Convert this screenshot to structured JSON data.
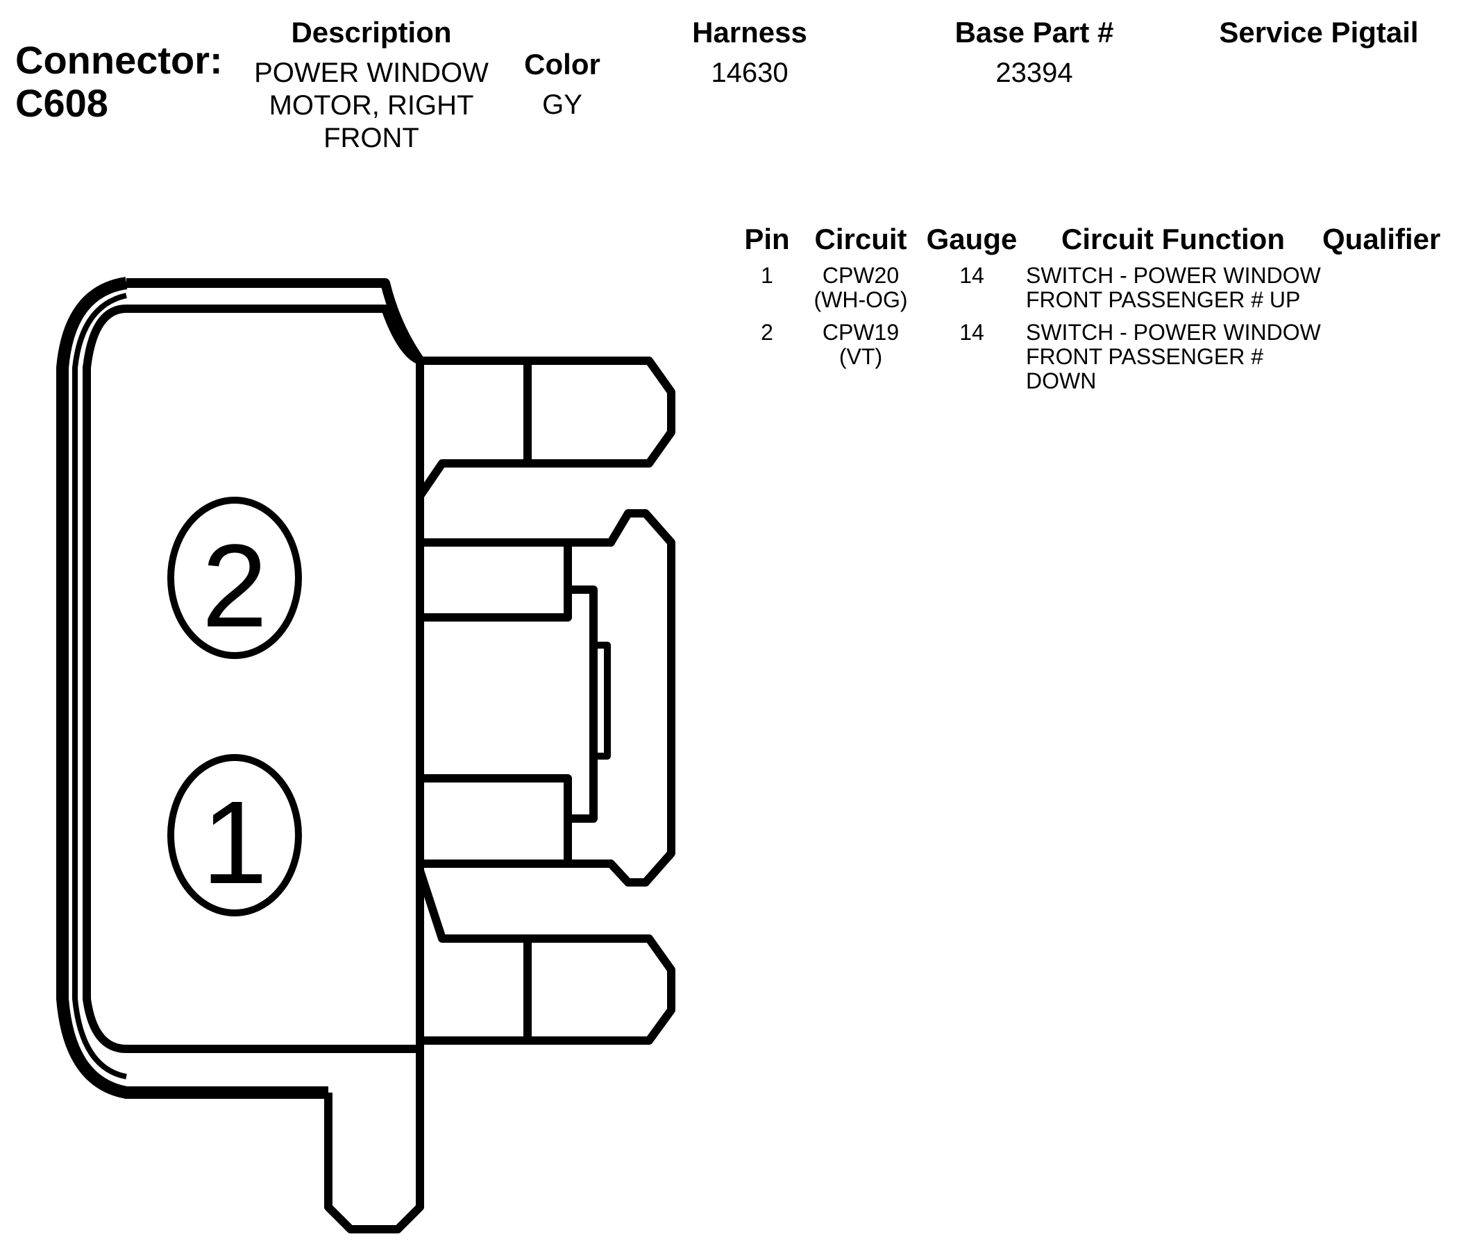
{
  "connector": {
    "label_line1": "Connector:",
    "label_line2": "C608"
  },
  "header": {
    "description_label": "Description",
    "description_lines": [
      "POWER WINDOW",
      "MOTOR, RIGHT",
      "FRONT"
    ],
    "color_label": "Color",
    "color_value": "GY",
    "harness_label": "Harness",
    "harness_value": "14630",
    "base_part_label": "Base Part #",
    "base_part_value": "23394",
    "service_pigtail_label": "Service Pigtail"
  },
  "table": {
    "columns": [
      "Pin",
      "Circuit",
      "Gauge",
      "Circuit Function",
      "Qualifier"
    ],
    "rows": [
      {
        "pin": "1",
        "circuit": [
          "CPW20",
          "(WH-OG)"
        ],
        "gauge": "14",
        "function": [
          "SWITCH - POWER WINDOW",
          "FRONT PASSENGER # UP"
        ]
      },
      {
        "pin": "2",
        "circuit": [
          "CPW19",
          "(VT)"
        ],
        "gauge": "14",
        "function": [
          "SWITCH - POWER WINDOW",
          "FRONT PASSENGER #",
          "DOWN"
        ]
      }
    ]
  },
  "diagram": {
    "pin_labels": [
      "2",
      "1"
    ],
    "stroke_color": "#000000"
  }
}
